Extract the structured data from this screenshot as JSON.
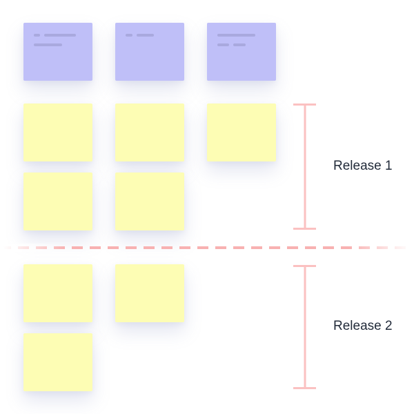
{
  "diagram": {
    "type": "user-story-map-release-plan",
    "releases": [
      {
        "label": "Release 1"
      },
      {
        "label": "Release 2"
      }
    ]
  },
  "board": {
    "epics": [
      {
        "name": "epic-1",
        "placeholder_lines": [
          [
            9,
            46
          ],
          [
            41
          ]
        ]
      },
      {
        "name": "epic-2",
        "placeholder_lines": [
          [
            10,
            25
          ]
        ]
      },
      {
        "name": "epic-3",
        "placeholder_lines": [
          [
            55
          ],
          [
            17,
            18
          ]
        ]
      }
    ],
    "story_grid": [
      {
        "release": "Release 1",
        "rows": [
          [
            1,
            1,
            1
          ],
          [
            1,
            1,
            0
          ]
        ]
      },
      {
        "release": "Release 2",
        "rows": [
          [
            1,
            1,
            0
          ],
          [
            1,
            0,
            0
          ]
        ]
      }
    ]
  },
  "colors": {
    "background": "#ffffff",
    "epic_card_fill": "#bfbff8",
    "epic_placeholder_line": "#a9a9de",
    "story_card_fill": "#fdfdb4",
    "divider_pink": "#f8b1b1",
    "bracket_pink": "#fbc1c1",
    "label_text": "#222b3a"
  }
}
